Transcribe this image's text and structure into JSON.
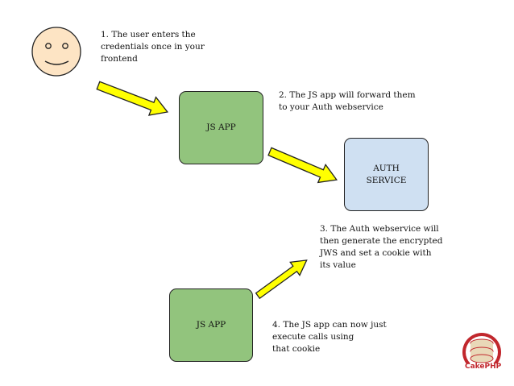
{
  "colors": {
    "face": "#fde4c4",
    "js_app": "#92c47d",
    "auth_service": "#cfe0f2",
    "arrow": "#ffff00",
    "logo_red": "#c1272d"
  },
  "icons": [
    "user-face-icon",
    "cakephp-logo-icon"
  ],
  "steps": {
    "step1": "1. The user enters the\ncredentials once in your\nfrontend",
    "step2": "2. The JS app will forward them\nto your Auth webservice",
    "step3": "3. The Auth webservice will\nthen generate the encrypted\nJWS and set a cookie with\nits value",
    "step4": "4. The JS app can now just\nexecute calls using\nthat cookie"
  },
  "nodes": {
    "js_app_top": "JS APP",
    "auth_service": "AUTH\nSERVICE",
    "js_app_bottom": "JS APP"
  },
  "logo": {
    "text": "CakePHP"
  }
}
